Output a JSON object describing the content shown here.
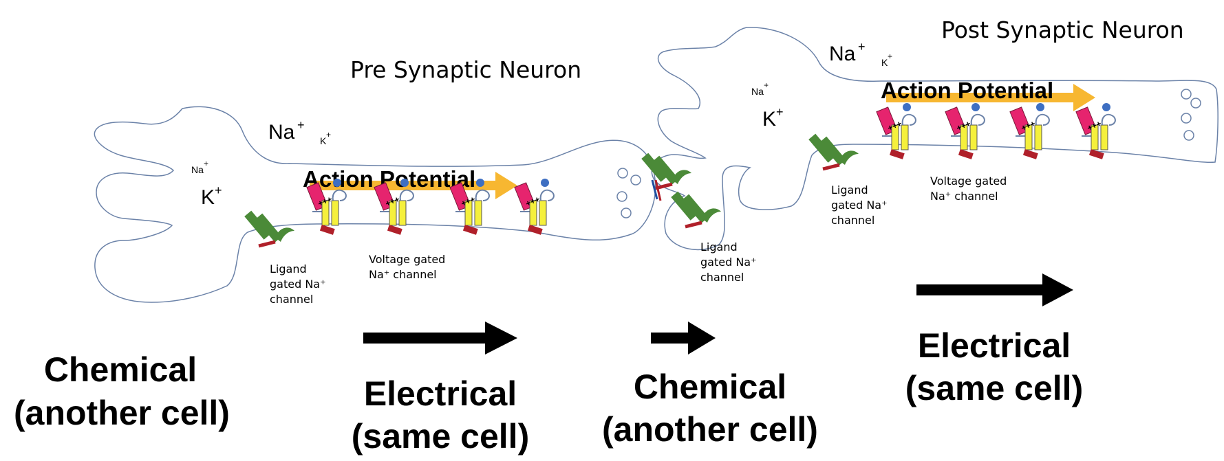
{
  "pre_neuron": {
    "title": "Pre Synaptic Neuron",
    "ions": {
      "na_large": "Na",
      "na_small": "Na",
      "k_small": "K",
      "k_large": "K",
      "plus": "+"
    },
    "action_potential": "Action Potential",
    "ligand_label": [
      "Ligand",
      "gated Na⁺",
      "channel"
    ],
    "voltage_label": [
      "Voltage gated",
      "Na⁺ channel"
    ]
  },
  "post_neuron": {
    "title": "Post Synaptic Neuron",
    "ions": {
      "na_large": "Na",
      "na_small": "Na",
      "k_small": "K",
      "k_large": "K",
      "plus": "+"
    },
    "action_potential": "Action Potential",
    "synapse_ligand_label": [
      "Ligand",
      "gated Na⁺",
      "channel"
    ],
    "ligand_label": [
      "Ligand",
      "gated Na⁺",
      "channel"
    ],
    "voltage_label": [
      "Voltage gated",
      "Na⁺ channel"
    ]
  },
  "channel_charge": "+++",
  "flow_labels": [
    {
      "line1": "Chemical",
      "line2": "(another cell)"
    },
    {
      "line1": "Electrical",
      "line2": "(same cell)"
    },
    {
      "line1": "Chemical",
      "line2": "(another cell)"
    },
    {
      "line1": "Electrical",
      "line2": "(same cell)"
    }
  ],
  "colors": {
    "outline": "#6b82a8",
    "arrow_orange": "#f7b731",
    "channel_pink": "#e6246e",
    "channel_yellow": "#f5f03c",
    "channel_red": "#b0202a",
    "ball_blue": "#3e6fc2",
    "ligand_green": "#4b8a38"
  }
}
